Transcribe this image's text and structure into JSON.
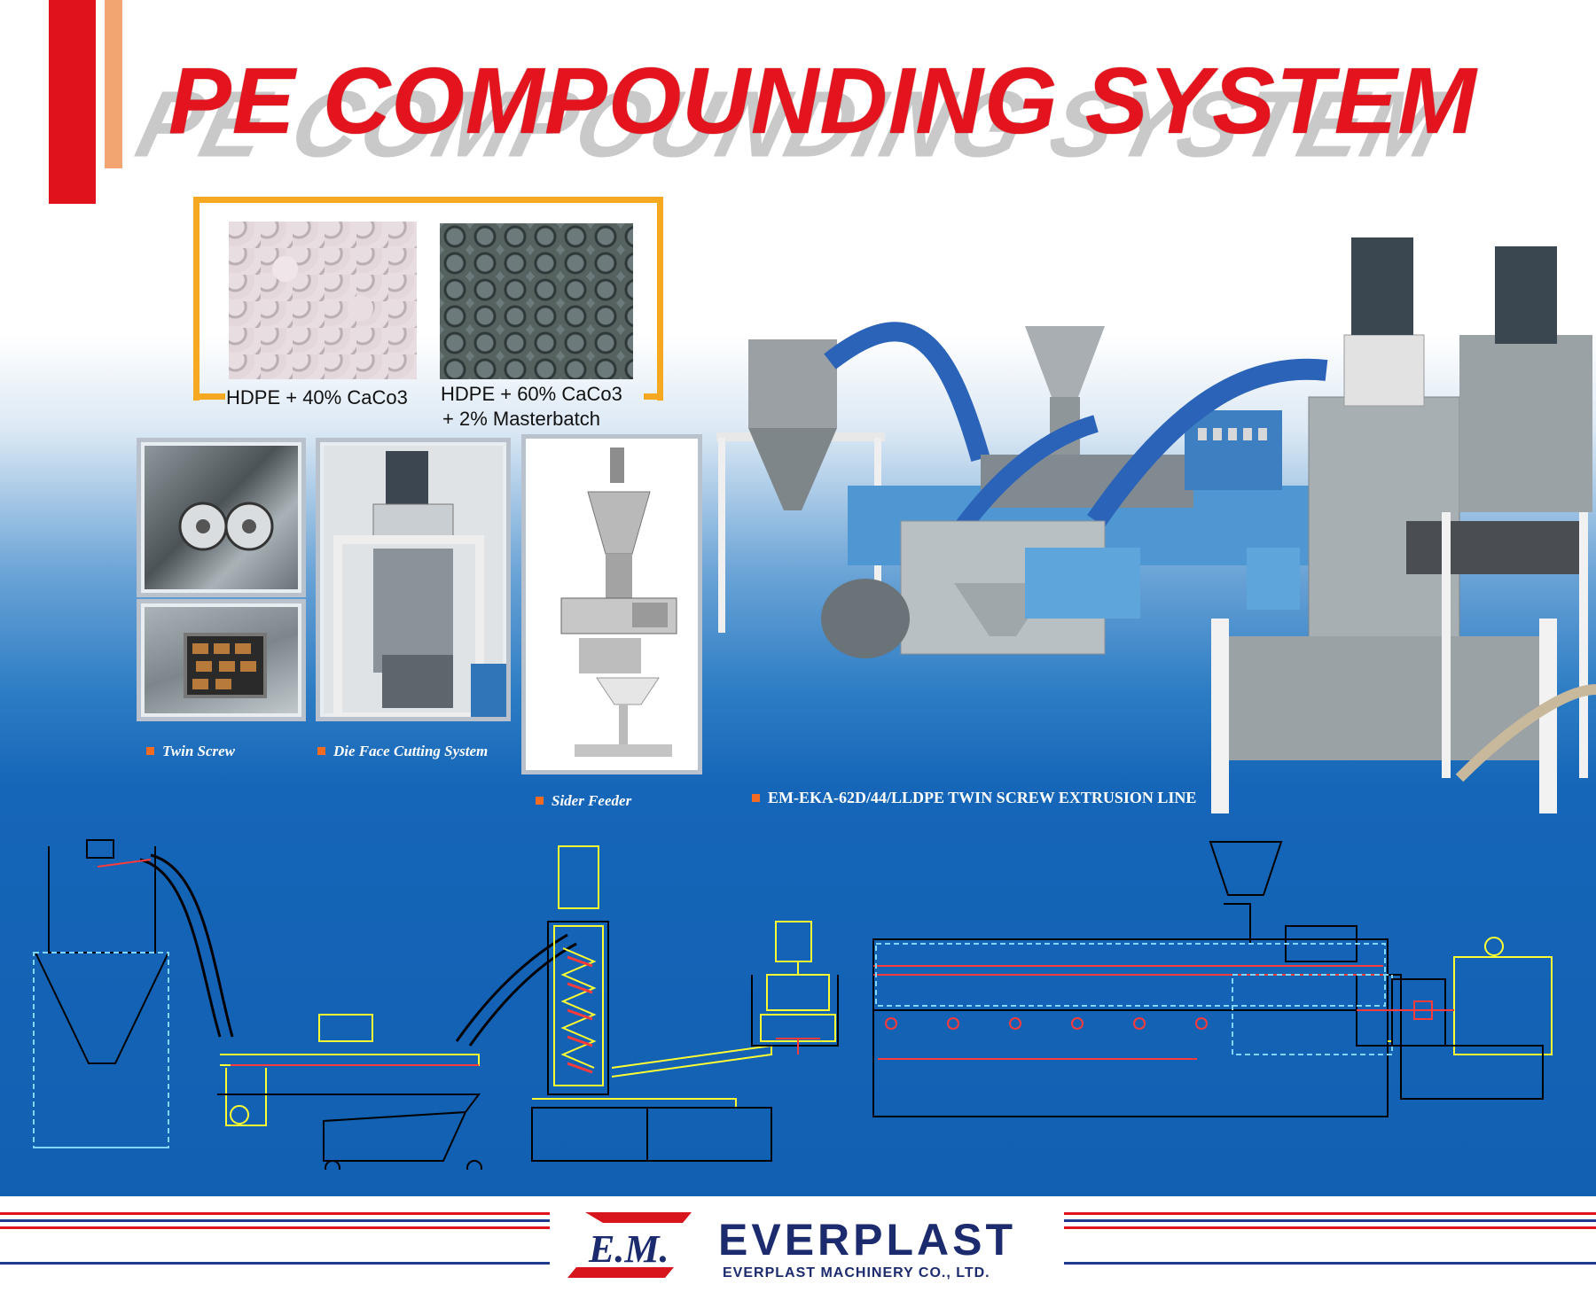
{
  "header": {
    "title": "PE COMPOUNDING SYSTEM"
  },
  "samples": [
    {
      "caption": "HDPE + 40% CaCo3"
    },
    {
      "caption": "HDPE + 60% CaCo3",
      "caption_line2": "+ 2% Masterbatch"
    }
  ],
  "components": [
    {
      "label": "Twin Screw"
    },
    {
      "label": "Die Face Cutting System"
    },
    {
      "label": "Sider Feeder"
    },
    {
      "label": "EM-EKA-62D/44/LLDPE TWIN SCREW EXTRUSION LINE"
    }
  ],
  "footer": {
    "logo_mark": "E.M.",
    "company_name": "EVERPLAST",
    "company_full": "EVERPLAST MACHINERY CO., LTD."
  },
  "colors": {
    "title_red": "#e4141e",
    "accent_orange": "#f5a820",
    "brand_blue": "#1b2b6e",
    "bullet_orange": "#f36a22"
  }
}
